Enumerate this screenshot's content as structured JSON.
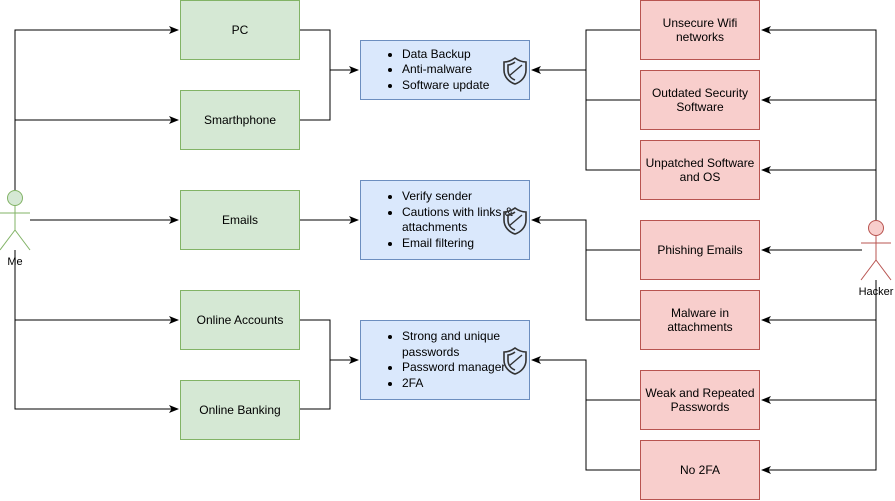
{
  "actors": {
    "me": "Me",
    "hacker": "Hacker"
  },
  "devices": {
    "pc": "PC",
    "smartphone": "Smarthphone",
    "emails": "Emails",
    "online_accounts": "Online Accounts",
    "online_banking": "Online Banking"
  },
  "defenses": {
    "group1": [
      "Data Backup",
      "Anti-malware",
      "Software update"
    ],
    "group2": [
      "Verify sender",
      "Cautions with links & attachments",
      "Email filtering"
    ],
    "group3": [
      "Strong and unique passwords",
      "Password manager",
      "2FA"
    ]
  },
  "threats": {
    "unsecure_wifi": "Unsecure Wifi networks",
    "outdated_security": "Outdated Security Software",
    "unpatched": "Unpatched Software and OS",
    "phishing": "Phishing Emails",
    "malware": "Malware in attachments",
    "weak_passwords": "Weak and Repeated Passwords",
    "no_2fa": "No 2FA"
  },
  "colors": {
    "green_fill": "#d5e8d4",
    "green_stroke": "#82b366",
    "red_fill": "#f8cecc",
    "red_stroke": "#b85450",
    "blue_fill": "#dae8fc",
    "blue_stroke": "#6c8ebf"
  },
  "icons": [
    "shield-icon",
    "user-actor-icon"
  ]
}
